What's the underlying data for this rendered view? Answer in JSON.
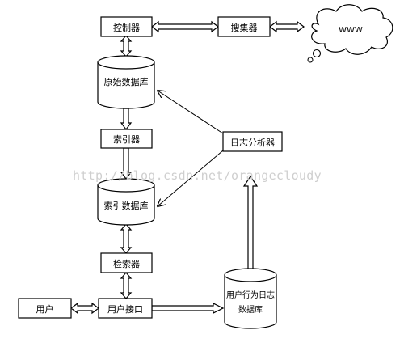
{
  "diagram": {
    "nodes": {
      "controller": "控制器",
      "crawler": "搜集器",
      "www": "WWW",
      "raw_db": "原始数据库",
      "indexer": "索引器",
      "index_db": "索引数据库",
      "log_analyzer": "日志分析器",
      "retriever": "检索器",
      "user": "用户",
      "user_interface": "用户接口",
      "behavior_log_db_line1": "用户行为日志",
      "behavior_log_db_line2": "数据库"
    },
    "watermark": "http://blog.csdn.net/orangecloudy"
  }
}
